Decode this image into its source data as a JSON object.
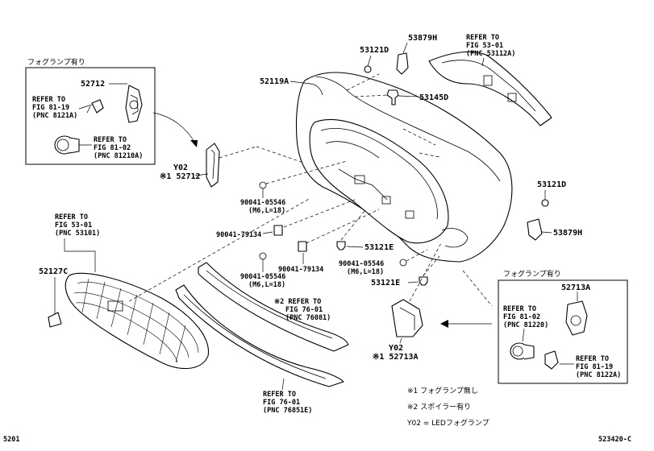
{
  "fog_lamp_box_left": {
    "heading": "フォグランプ有り",
    "part": "52712",
    "ref1": [
      "REFER TO",
      "FIG 81-19",
      "(PNC 8121A)"
    ],
    "ref2": [
      "REFER TO",
      "FIG 81-02",
      "(PNC 81210A)"
    ]
  },
  "fog_lamp_box_right": {
    "heading": "フォグランプ有り",
    "part": "52713A",
    "ref1": [
      "REFER TO",
      "FIG 81-02",
      "(PNC 81220)"
    ],
    "ref2": [
      "REFER TO",
      "FIG 81-19",
      "(PNC 8122A)"
    ]
  },
  "parts": {
    "p53879H_top": "53879H",
    "p53121D_top": "53121D",
    "p52119A": "52119A",
    "p53145D": "53145D",
    "p53121D_right": "53121D",
    "p53879H_right": "53879H",
    "p53121E_a": "53121E",
    "p53121E_b": "53121E",
    "p52127C": "52127C"
  },
  "refs": {
    "top_right": [
      "REFER TO",
      "FIG 53-01",
      "(PNC 53112A)"
    ],
    "grille": [
      "REFER TO",
      "FIG 53-01",
      "(PNC 53101)"
    ],
    "spoiler": [
      "※2 REFER TO",
      "FIG 76-01",
      "(PNC 76081)"
    ],
    "molding": [
      "REFER TO",
      "FIG 76-01",
      "(PNC 76851E)"
    ]
  },
  "reflector_left": {
    "line1": "Y02",
    "line2": "※1 52712"
  },
  "reflector_right": {
    "line1": "Y02",
    "line2": "※1 52713A"
  },
  "fasteners": {
    "bolt_a": [
      "90041-05546",
      "(M6,L=18)"
    ],
    "clip_a": "90041-79134",
    "bolt_b": [
      "90041-05546",
      "(M6,L=18)"
    ],
    "clip_b": "90041-79134",
    "bolt_c": [
      "90041-05546",
      "(M6,L=18)"
    ]
  },
  "legend": {
    "note1": "※1 フォグランプ無し",
    "note2": "※2 スポイラー有り",
    "note3": "Y02 = LEDフォグランプ"
  },
  "footer": {
    "left_code": "5201",
    "right_code": "523420-C"
  }
}
